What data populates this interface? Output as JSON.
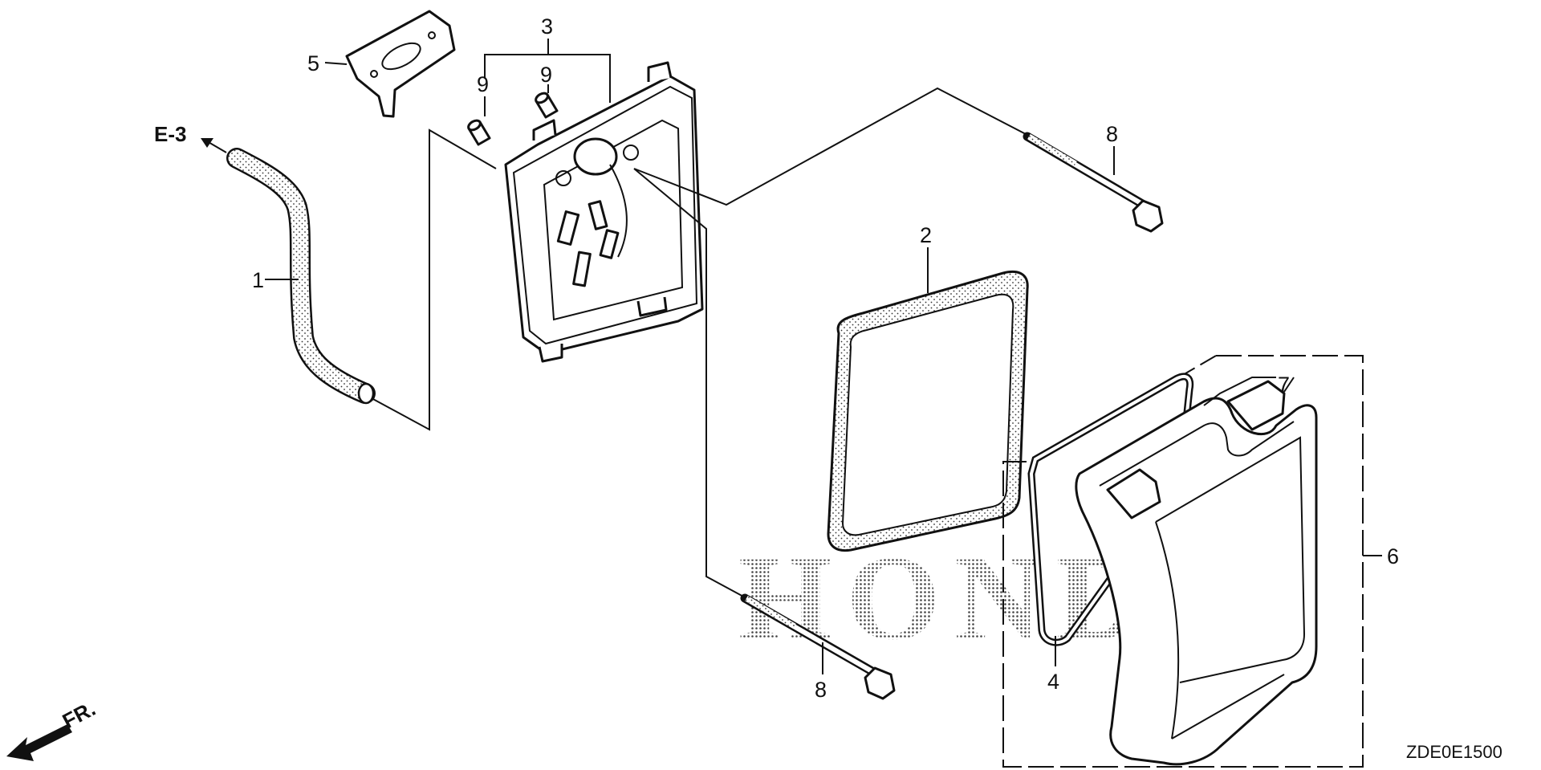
{
  "diagram": {
    "reference_code": "ZDE0E1500",
    "cross_reference": "E-3",
    "front_direction": "FR.",
    "watermark": "HONDA",
    "callouts": {
      "c1": "1",
      "c2": "2",
      "c3": "3",
      "c4": "4",
      "c5": "5",
      "c6": "6",
      "c7": "7",
      "c8a": "8",
      "c8b": "8",
      "c9a": "9",
      "c9b": "9"
    }
  }
}
